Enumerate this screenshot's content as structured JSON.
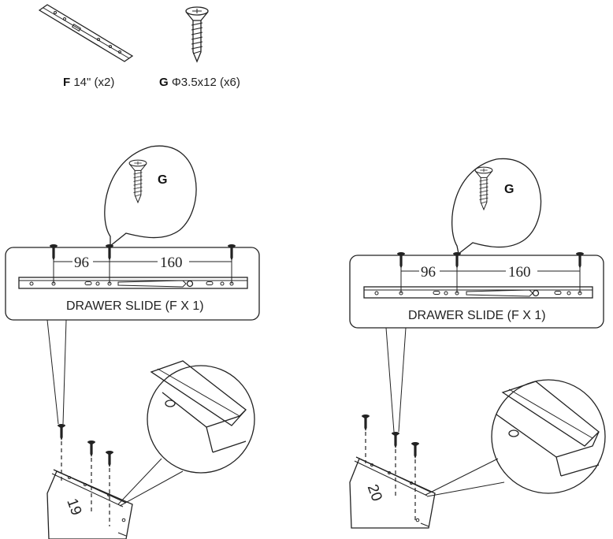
{
  "parts": {
    "f": {
      "letter": "F",
      "desc": "14\" (x2)"
    },
    "g": {
      "letter": "G",
      "desc": "Φ3.5x12 (x6)"
    }
  },
  "steps": [
    {
      "callout_letter": "G",
      "dim_a": "96",
      "dim_b": "160",
      "caption": "DRAWER SLIDE (F X 1)",
      "part_number": "19"
    },
    {
      "callout_letter": "G",
      "dim_a": "96",
      "dim_b": "160",
      "caption": "DRAWER SLIDE (F X 1)",
      "part_number": "20"
    }
  ]
}
